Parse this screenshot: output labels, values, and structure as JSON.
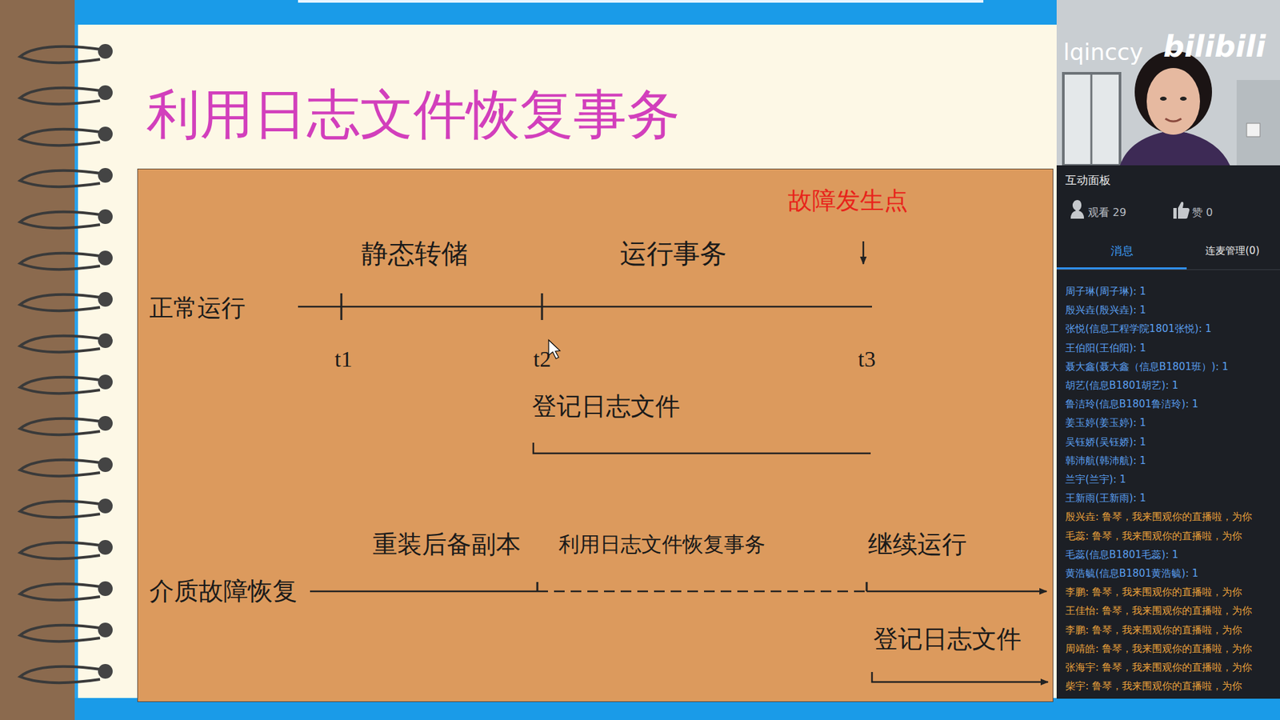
{
  "diagram": {
    "title": "利用日志文件恢复事务",
    "labels": [
      "故障发生点",
      "静态转储",
      "运行事务",
      "正常运行",
      "t1",
      "t2",
      "t3",
      "登记日志文件",
      "重装后备副本",
      "利用日志文件恢复事务",
      "继续运行",
      "介质故障恢复",
      "登记日志文件",
      "lqinccy",
      "bilibili",
      "互动面板",
      "观看 29",
      "赞 0",
      "消息",
      "连麦管理(0)",
      "周子琳(周子琳): 1",
      "殷兴垚(殷兴垚): 1",
      "张悦(信息工程学院1801张悦): 1",
      "王伯阳(王伯阳): 1",
      "聂大鑫(聂大鑫（信息B1801班）): 1",
      "胡艺(信息B1801胡艺): 1",
      "鲁洁玲(信息B1801鲁洁玲): 1",
      "姜玉婷(姜玉婷): 1",
      "吴钰娇(吴钰娇): 1",
      "韩沛航(韩沛航): 1",
      "兰宇(兰宇): 1",
      "王新雨(王新雨): 1",
      "殷兴垚: 鲁琴，我来围观你的直播啦，为你",
      "毛蕊: 鲁琴，我来围观你的直播啦，为你",
      "毛蕊(信息B1801毛蕊): 1",
      "黄浩毓(信息B1801黄浩毓): 1",
      "李鹏: 鲁琴，我来围观你的直播啦，为你",
      "王佳怡: 鲁琴，我来围观你的直播啦，为你",
      "李鹏: 鲁琴，我来围观你的直播啦，为你",
      "周靖皓: 鲁琴，我来围观你的直播啦，为你",
      "张海宇: 鲁琴，我来围观你的直播啦，为你",
      "柴宇: 鲁琴，我来围观你的直播啦，为你"
    ]
  }
}
